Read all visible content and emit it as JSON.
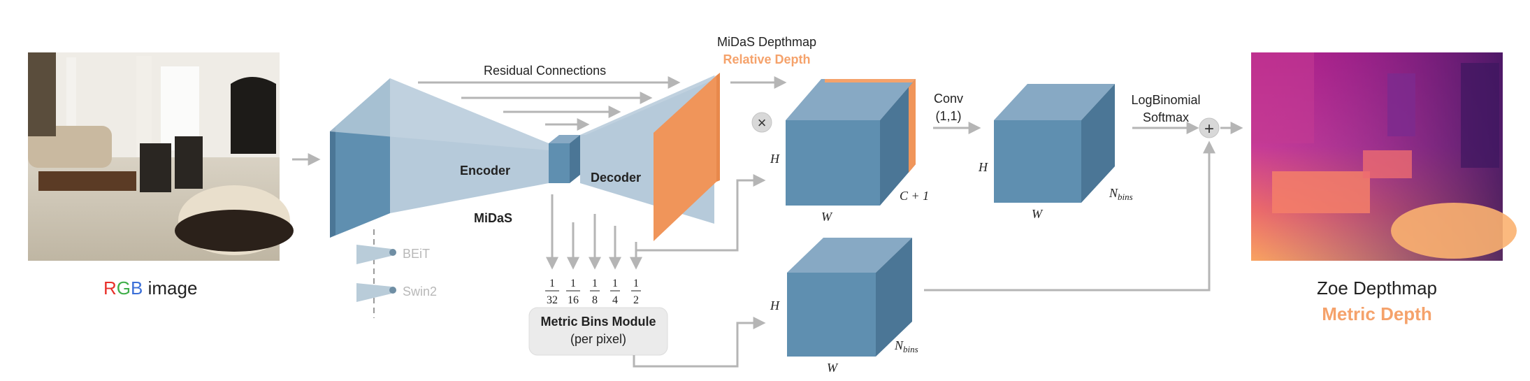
{
  "input": {
    "label_r": "R",
    "label_g": "G",
    "label_b": "B",
    "label_rest": " image",
    "colors": {
      "r": "#e8302a",
      "g": "#3fae49",
      "b": "#3b6fd8"
    }
  },
  "midas": {
    "residual_label": "Residual Connections",
    "encoder_label": "Encoder",
    "decoder_label": "Decoder",
    "midas_label": "MiDaS",
    "backbones": [
      "BEiT",
      "Swin2"
    ]
  },
  "depthmap": {
    "title": "MiDaS Depthmap",
    "subtitle": "Relative Depth"
  },
  "metric_bins": {
    "fractions": [
      {
        "num": "1",
        "den": "32"
      },
      {
        "num": "1",
        "den": "16"
      },
      {
        "num": "1",
        "den": "8"
      },
      {
        "num": "1",
        "den": "4"
      },
      {
        "num": "1",
        "den": "2"
      }
    ],
    "title": "Metric Bins Module",
    "subtitle": "(per pixel)"
  },
  "ops": {
    "multiply_symbol": "×",
    "conv_line1": "Conv",
    "conv_line2": "(1,1)",
    "softmax_line1": "LogBinomial",
    "softmax_line2": "Softmax",
    "plus_symbol": "+"
  },
  "cubes": {
    "h": "H",
    "w": "W",
    "c_plus_one": "C + 1",
    "n_bins": "N",
    "n_bins_sub": "bins"
  },
  "output": {
    "title": "Zoe Depthmap",
    "subtitle": "Metric Depth"
  },
  "colors": {
    "cube_front": "#5f8fb0",
    "cube_top": "#87a9c4",
    "cube_side": "#4b7696",
    "accent_orange": "#f5a26b",
    "arrow": "#b5b5b5"
  }
}
